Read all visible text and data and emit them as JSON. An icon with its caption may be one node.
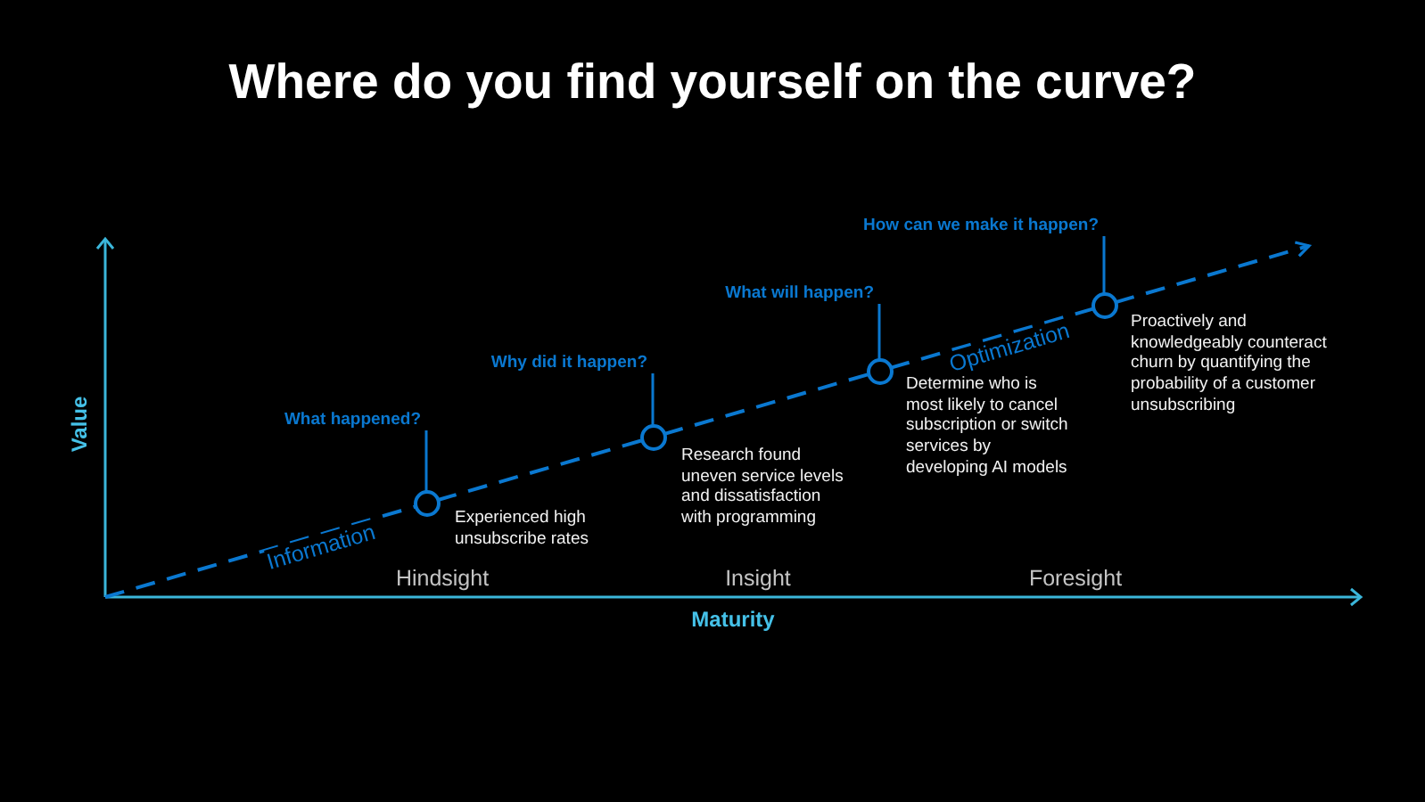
{
  "diagram": {
    "title": "Where do you find yourself on the curve?",
    "nodes": [
      {
        "text": [
          "What happened?"
        ]
      },
      {
        "text": [],
        "shape": "circle",
        "beside": [
          "Experienced high unsubscribe rates"
        ]
      },
      {
        "text": [
          "Why did it happen?"
        ]
      },
      {
        "text": [],
        "shape": "circle",
        "beside": [
          "Research found uneven service levels and dissatisfaction with programming"
        ]
      },
      {
        "text": [
          "What will happen?"
        ]
      },
      {
        "text": [],
        "shape": "circle",
        "beside": [
          "Determine who is most likely to cancel subscription or switch services by developing AI models"
        ]
      },
      {
        "text": [
          "How can we make it happen?"
        ]
      },
      {
        "text": [],
        "shape": "circle",
        "beside": [
          "Proactively and knowledgeably counteract churn by quantifying the probability of a customer unsubscribing"
        ]
      }
    ],
    "edges": [
      {
        "from": 0,
        "to": 1,
        "arrow": "none"
      },
      {
        "from": 2,
        "to": 3,
        "arrow": "none"
      },
      {
        "from": 4,
        "to": 5,
        "arrow": "none"
      },
      {
        "from": 6,
        "to": 7,
        "arrow": "none"
      },
      {
        "from": null,
        "to": 1,
        "arrow": "none",
        "style": "dashed",
        "label": "Information"
      },
      {
        "from": 1,
        "to": 3,
        "arrow": "none",
        "style": "dashed"
      },
      {
        "from": 3,
        "to": 5,
        "arrow": "none",
        "style": "dashed"
      },
      {
        "from": 5,
        "to": 7,
        "arrow": "none",
        "style": "dashed",
        "label": "Optimization"
      },
      {
        "from": 7,
        "to": null,
        "arrow": "to",
        "style": "dashed"
      }
    ],
    "labels": [
      "Value",
      "Hindsight",
      "Insight",
      "Foresight",
      "Maturity"
    ]
  }
}
